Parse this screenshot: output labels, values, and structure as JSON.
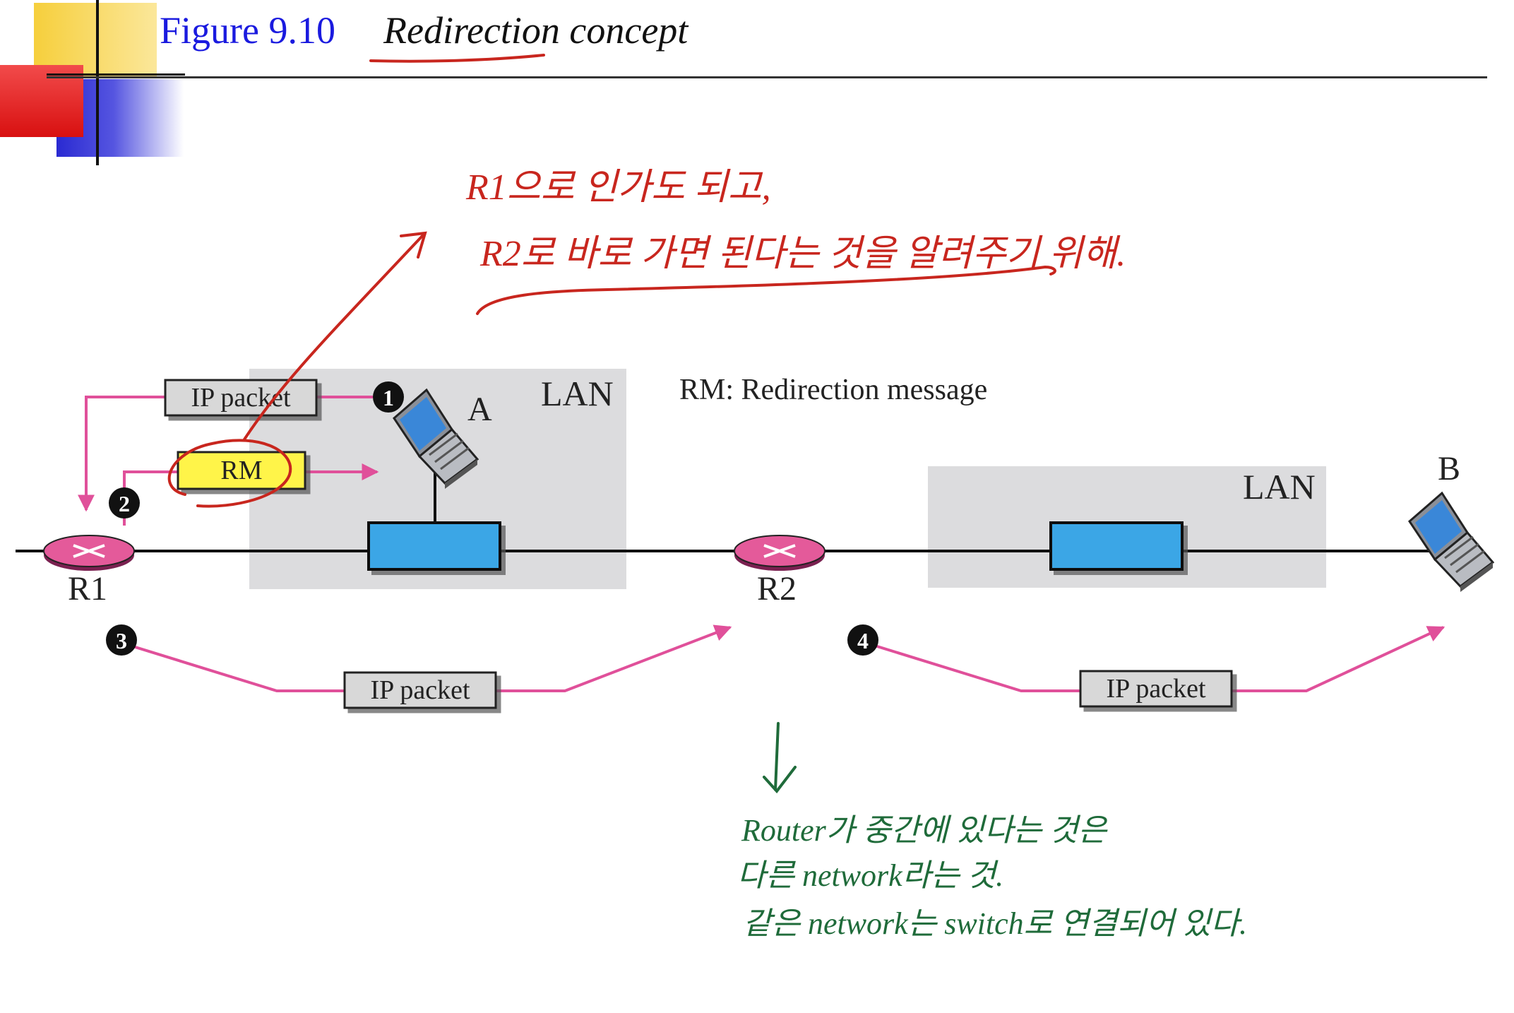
{
  "figure": {
    "number": "Figure 9.10",
    "title": "Redirection concept"
  },
  "legend": "RM: Redirection message",
  "nodes": {
    "r1": "R1",
    "r2": "R2",
    "host_a": "A",
    "host_b": "B"
  },
  "lans": {
    "lan_left": "LAN",
    "lan_right": "LAN"
  },
  "packets": {
    "ip_packet_1": "IP packet",
    "rm": "RM",
    "ip_packet_3": "IP packet",
    "ip_packet_4": "IP packet"
  },
  "steps": [
    "1",
    "2",
    "3",
    "4"
  ],
  "annotations": {
    "red_note_line1": "R1으로 인가도 되고,",
    "red_note_line2": "R2로 바로 가면 된다는 것을 알려주기 위해.",
    "green_note_line1": "Router가 중간에 있다는 것은",
    "green_note_line2": "다른 network라는 것.",
    "green_note_line3": "같은 network는 switch로 연결되어 있다."
  },
  "colors": {
    "pink_arrow": "#e0509a",
    "lan_gray": "#dcdcde",
    "switch_blue": "#3aa6e6",
    "rm_yellow": "#fff44a",
    "router_pink": "#e45a9a",
    "red_ink": "#c8261e",
    "green_ink": "#1f6b3a",
    "figure_blue": "#1a1adf"
  }
}
